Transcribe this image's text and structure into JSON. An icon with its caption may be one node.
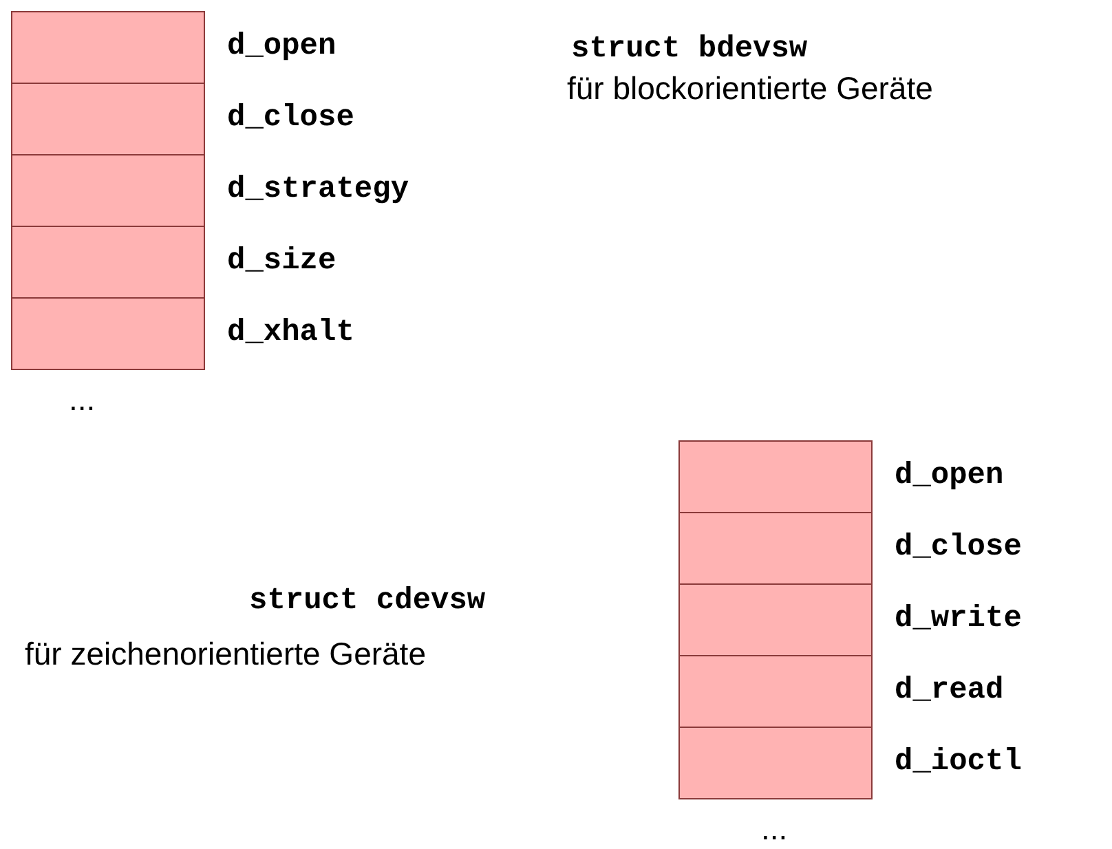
{
  "diagram": {
    "nodes": [
      {
        "text": [],
        "shape": "box",
        "beside": [
          "d_open"
        ]
      },
      {
        "text": [],
        "shape": "box",
        "beside": [
          "d_close"
        ]
      },
      {
        "text": [],
        "shape": "box",
        "beside": [
          "d_strategy"
        ]
      },
      {
        "text": [],
        "shape": "box",
        "beside": [
          "d_size"
        ]
      },
      {
        "text": [],
        "shape": "box",
        "beside": [
          "d_xhalt"
        ]
      },
      {
        "text": [],
        "shape": "box",
        "beside": [
          "d_open"
        ]
      },
      {
        "text": [],
        "shape": "box",
        "beside": [
          "d_close"
        ]
      },
      {
        "text": [],
        "shape": "box",
        "beside": [
          "d_write"
        ]
      },
      {
        "text": [],
        "shape": "box",
        "beside": [
          "d_read"
        ]
      },
      {
        "text": [],
        "shape": "box",
        "beside": [
          "d_ioctl"
        ]
      }
    ],
    "labels": [
      "struct bdevsw",
      "für blockorientierte Geräte",
      "...",
      "struct cdevsw",
      "für zeichenorientierte Geräte",
      "..."
    ]
  }
}
